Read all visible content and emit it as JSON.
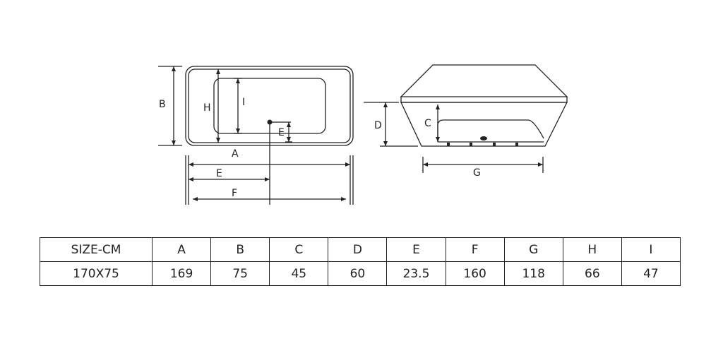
{
  "diagram": {
    "top_view": {
      "labels": {
        "A": "A",
        "B": "B",
        "H": "H",
        "I": "I",
        "E1": "E",
        "E2": "E",
        "F": "F"
      }
    },
    "side_view": {
      "labels": {
        "C": "C",
        "D": "D",
        "G": "G"
      }
    }
  },
  "table": {
    "header": [
      "SIZE-CM",
      "A",
      "B",
      "C",
      "D",
      "E",
      "F",
      "G",
      "H",
      "I"
    ],
    "row": [
      "170X75",
      "169",
      "75",
      "45",
      "60",
      "23.5",
      "160",
      "118",
      "66",
      "47"
    ]
  },
  "colors": {
    "line": "#222222",
    "background": "#ffffff"
  }
}
